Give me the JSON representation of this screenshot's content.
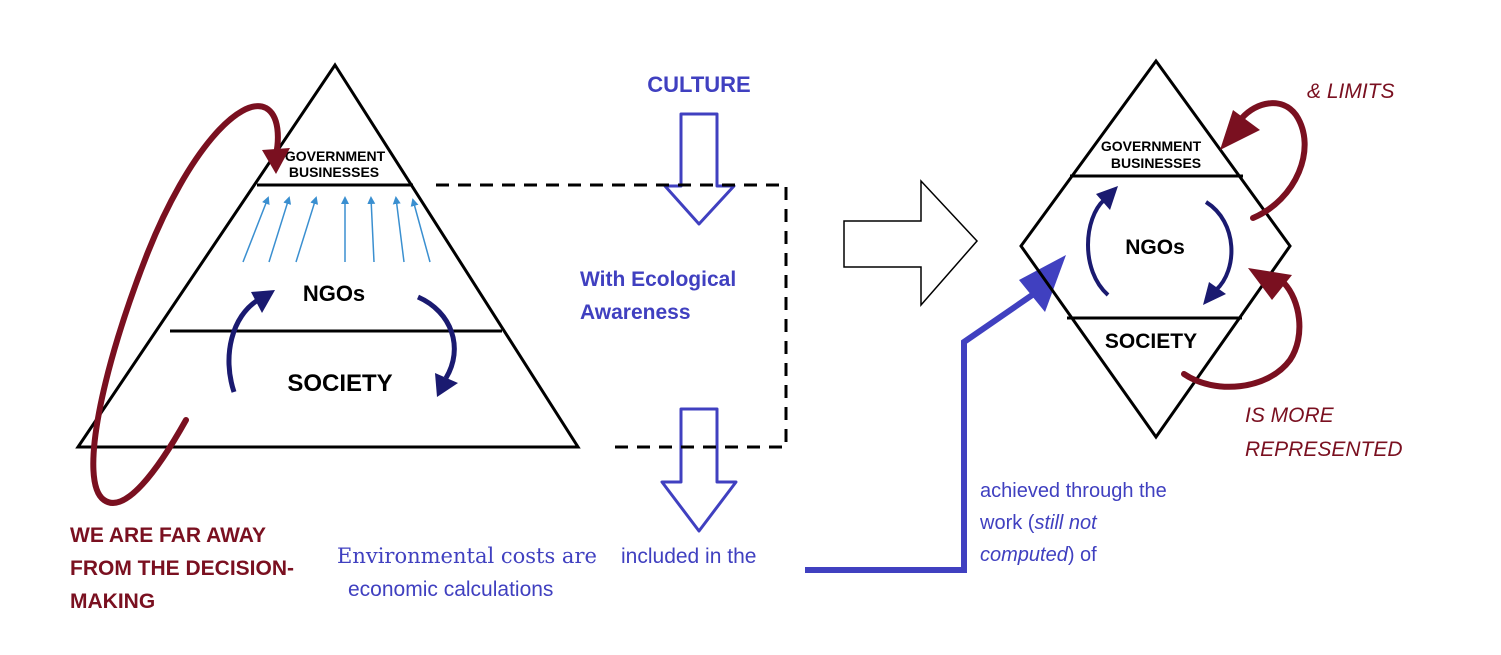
{
  "colors": {
    "maroon": "#7a1020",
    "navy": "#1a1a70",
    "blue": "#4040c0",
    "light_blue": "#3a8fd0",
    "outline": "#000000"
  },
  "left_pyramid": {
    "top_label_1": "GOVERNMENT",
    "top_label_2": "BUSINESSES",
    "middle_label": "NGOs",
    "bottom_label": "SOCIETY"
  },
  "left_note": {
    "line1": "WE ARE FAR AWAY",
    "line2": "FROM THE DECISION-",
    "line3": "MAKING"
  },
  "center": {
    "culture": "CULTURE",
    "awareness_line1": "With Ecological",
    "awareness_line2": "Awareness",
    "costs_line1_part1": "Environmental costs are",
    "costs_line1_part2": "included in the",
    "costs_line2": "economic calculations"
  },
  "achieved": {
    "line1": "achieved through the",
    "line2_prefix": "work (",
    "line2_italic": "still not",
    "line3_italic": "computed",
    "line3_suffix": ") of"
  },
  "right_diamond": {
    "top_label_1": "GOVERNMENT",
    "top_label_2": "BUSINESSES",
    "middle_label": "NGOs",
    "bottom_label": "SOCIETY",
    "limits_label": "& LIMITS",
    "more_line1": "IS MORE",
    "more_line2": "REPRESENTED"
  }
}
